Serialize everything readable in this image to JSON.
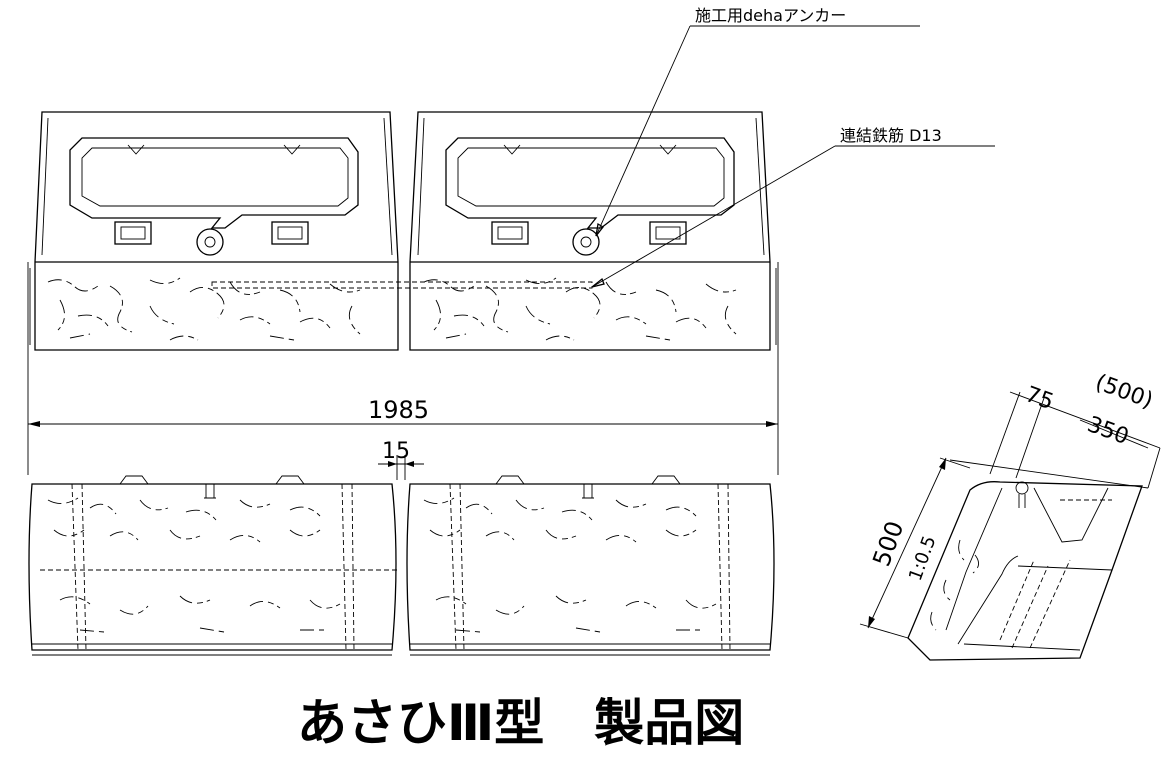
{
  "drawing": {
    "title": "あさひⅢ型　製品図",
    "callouts": {
      "anchor": "施工用dehaアンカー",
      "rebar": "連結鉄筋 D13"
    },
    "dimensions": {
      "total_width": "1985",
      "gap": "15",
      "height": "500",
      "slope": "1:0.5",
      "top_offset": "75",
      "depth": "350",
      "depth_total": "(500)"
    }
  }
}
